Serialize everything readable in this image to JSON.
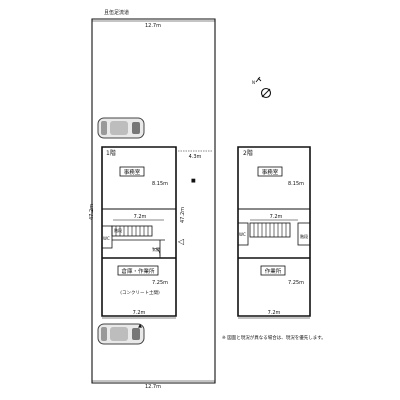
{
  "site": {
    "road_label": "且伍足流道",
    "top_width": "12.7m",
    "bottom_width": "12.7m",
    "side_depth_left": "47.2m",
    "side_depth_right": "47.2m",
    "setback": "4.3m",
    "north_letter": "N"
  },
  "floor1": {
    "title": "1階",
    "room_top_label": "事務室",
    "room_top_depth": "8.15m",
    "mid_width": "7.2m",
    "stair_label": "階段",
    "wc_label": "WC",
    "entry_label": "玄関",
    "room_bottom_label": "倉庫・作業所",
    "room_bottom_depth": "7.25m",
    "room_bottom_note": "(コンクリート土間)",
    "bottom_width": "7.2m"
  },
  "floor2": {
    "title": "2階",
    "room_top_label": "事務室",
    "room_top_depth": "8.15m",
    "mid_width": "7.2m",
    "wc_label": "WC",
    "stair_label": "階段",
    "room_bottom_label": "作業所",
    "room_bottom_depth": "7.25m",
    "bottom_width": "7.2m"
  },
  "note": "※ 図面と現況が異なる場合は、現況を優先します。"
}
